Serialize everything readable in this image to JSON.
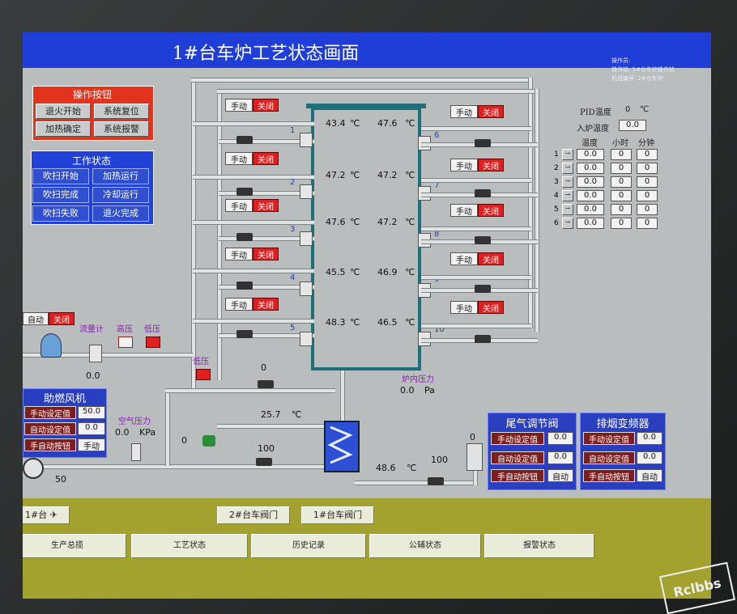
{
  "title": "1#台车炉工艺状态画面",
  "title_info": [
    "操作员:",
    "操作站: 1#台车炉操作站",
    "机组编号: 2#台车炉"
  ],
  "op_panel": {
    "head": "操作按钮",
    "buttons": [
      "退火开始",
      "系统复位",
      "加热确定",
      "系统报警"
    ]
  },
  "status_panel": {
    "head": "工作状态",
    "buttons": [
      "吹扫开始",
      "加热运行",
      "吹扫完成",
      "冷却运行",
      "吹扫失败",
      "退火完成"
    ]
  },
  "manual": "手动",
  "close": "关闭",
  "auto": "自动",
  "left_zones": [
    "1",
    "2",
    "3",
    "4",
    "5"
  ],
  "right_zones": [
    "6",
    "7",
    "8",
    "9",
    "10"
  ],
  "left_temps": [
    "43.4",
    "47.2",
    "47.6",
    "45.5",
    "48.3"
  ],
  "right_temps": [
    "47.6",
    "47.2",
    "47.2",
    "46.9",
    "46.5"
  ],
  "unit_c": "℃",
  "pid": {
    "label": "PID温度",
    "value": "0",
    "unit": "℃",
    "in_label": "入炉温度",
    "in_value": "0.0"
  },
  "segments": {
    "col_temp": "温度",
    "col_hour": "小时",
    "col_min": "分钟",
    "rows": [
      {
        "n": "1",
        "t": "0.0",
        "h": "0",
        "m": "0"
      },
      {
        "n": "2",
        "t": "0.0",
        "h": "0",
        "m": "0"
      },
      {
        "n": "3",
        "t": "0.0",
        "h": "0",
        "m": "0"
      },
      {
        "n": "4",
        "t": "0.0",
        "h": "0",
        "m": "0"
      },
      {
        "n": "5",
        "t": "0.0",
        "h": "0",
        "m": "0"
      },
      {
        "n": "6",
        "t": "0.0",
        "h": "0",
        "m": "0"
      }
    ]
  },
  "gas": {
    "flowmeter": "流量计",
    "high": "高压",
    "low": "低压",
    "flow": "0.0",
    "low2": "低压"
  },
  "furnace_pressure": {
    "label": "炉内压力",
    "value": "0.0",
    "unit": "Pa"
  },
  "air_pressure": {
    "label": "空气压力",
    "value": "0.0",
    "unit": "KPa"
  },
  "misc_vals": {
    "v0a": "0",
    "v0b": "0",
    "v0c": "0",
    "t257": "25.7",
    "t486": "48.6",
    "v100a": "100",
    "v100b": "100",
    "fan50": "50"
  },
  "fan_panel": {
    "head": "助燃风机",
    "rows": [
      {
        "label": "手动设定值",
        "value": "50.0"
      },
      {
        "label": "自动设定值",
        "value": "0.0"
      },
      {
        "label": "手自动按钮",
        "value": "手动"
      }
    ]
  },
  "tail_panel": {
    "head": "尾气调节阀",
    "rows": [
      {
        "label": "手动设定值",
        "value": "0.0"
      },
      {
        "label": "自动设定值",
        "value": "0.0"
      },
      {
        "label": "手自动按钮",
        "value": "自动"
      }
    ]
  },
  "exhaust_panel": {
    "head": "排烟变频器",
    "rows": [
      {
        "label": "手动设定值",
        "value": "0.0"
      },
      {
        "label": "自动设定值",
        "value": "0.0"
      },
      {
        "label": "手自动按钮",
        "value": "自动"
      }
    ]
  },
  "nav_top": [
    "1#台",
    "2#台车阀门",
    "1#台车阀门"
  ],
  "nav_bottom": [
    "生产总揽",
    "工艺状态",
    "历史记录",
    "公辅状态",
    "报警状态"
  ],
  "watermark": "Rclbbs"
}
